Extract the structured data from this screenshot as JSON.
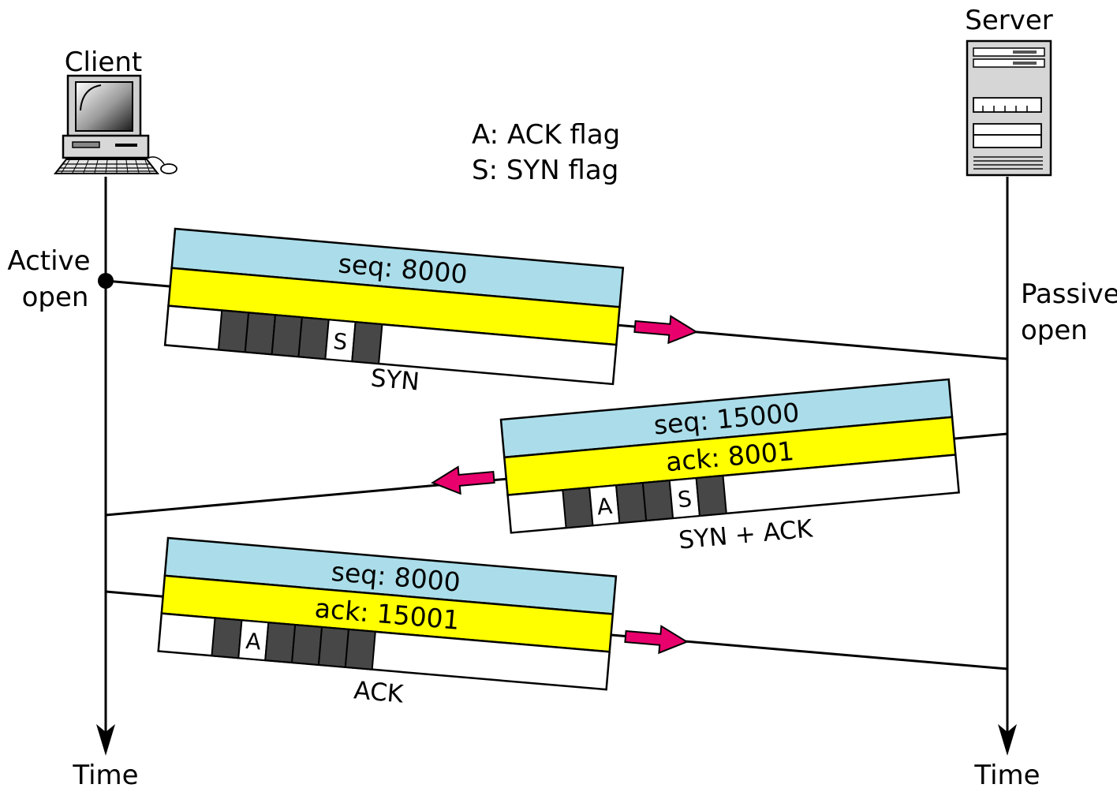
{
  "client": {
    "label": "Client",
    "icon": "computer-icon"
  },
  "server": {
    "label": "Server",
    "icon": "server-icon"
  },
  "legend": {
    "line1": "A: ACK flag",
    "line2": "S: SYN flag"
  },
  "client_state": {
    "line1": "Active",
    "line2": "open"
  },
  "server_state": {
    "line1": "Passive",
    "line2": "open"
  },
  "time_label": "Time",
  "colors": {
    "header_band": "#aadde9",
    "ack_band": "#ffff00",
    "flag_box": "#474747",
    "arrow": "#e8006c",
    "line": "#000000"
  },
  "segments": [
    {
      "direction": "client-to-server",
      "seq": "seq: 8000",
      "ack": "",
      "flags": [
        "",
        "",
        "",
        "",
        "S",
        ""
      ],
      "caption": "SYN"
    },
    {
      "direction": "server-to-client",
      "seq": "seq: 15000",
      "ack": "ack: 8001",
      "flags": [
        "",
        "A",
        "",
        "",
        "S",
        ""
      ],
      "caption": "SYN + ACK"
    },
    {
      "direction": "client-to-server",
      "seq": "seq: 8000",
      "ack": "ack: 15001",
      "flags": [
        "",
        "A",
        "",
        "",
        "",
        ""
      ],
      "caption": "ACK"
    }
  ]
}
